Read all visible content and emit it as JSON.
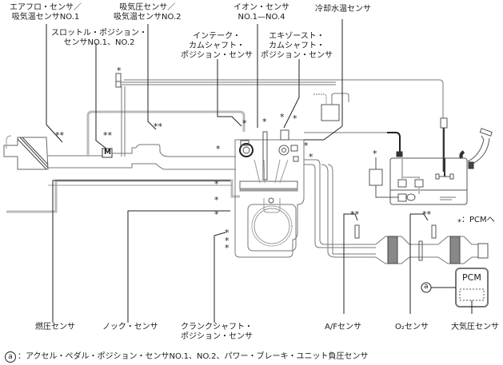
{
  "diagram": {
    "title": "エンジン制御システム センサ配置図",
    "top_labels": {
      "airflow_sensor": [
        "エアフロ・センサ／",
        "吸気温センサNO.1"
      ],
      "map_sensor": [
        "吸気圧センサ／",
        "吸気温センサNO.2"
      ],
      "throttle_position_sensor": [
        "スロットル・ポジション・",
        "センサNO.1、NO.2"
      ],
      "ion_sensor": [
        "イオン・センサ",
        "NO.1—NO.4"
      ],
      "intake_cam_sensor": [
        "インテーク・",
        "カムシャフト・",
        "ポジション・センサ"
      ],
      "exhaust_cam_sensor": [
        "エキゾースト・",
        "カムシャフト・",
        "ポジション・センサ"
      ],
      "coolant_temp_sensor": [
        "冷却水温センサ"
      ]
    },
    "bottom_labels": {
      "fuel_pressure_sensor": "燃圧センサ",
      "knock_sensor": "ノック・センサ",
      "crankshaft_position_sensor": [
        "クランクシャフト・",
        "ポジション・センサ"
      ],
      "af_sensor": "A/Fセンサ",
      "o2_sensor": "O₂センサ",
      "barometric_sensor": "大気圧センサ"
    },
    "pcm_label": "PCM",
    "circle_a": "a",
    "throttle_motor_label": "M",
    "asterisk_symbol": "⁎",
    "legend_text": "：PCMへ",
    "footnote": "：アクセル・ペダル・ポジション・センサNO.1、NO.2、パワー・ブレーキ・ユニット負圧センサ"
  }
}
